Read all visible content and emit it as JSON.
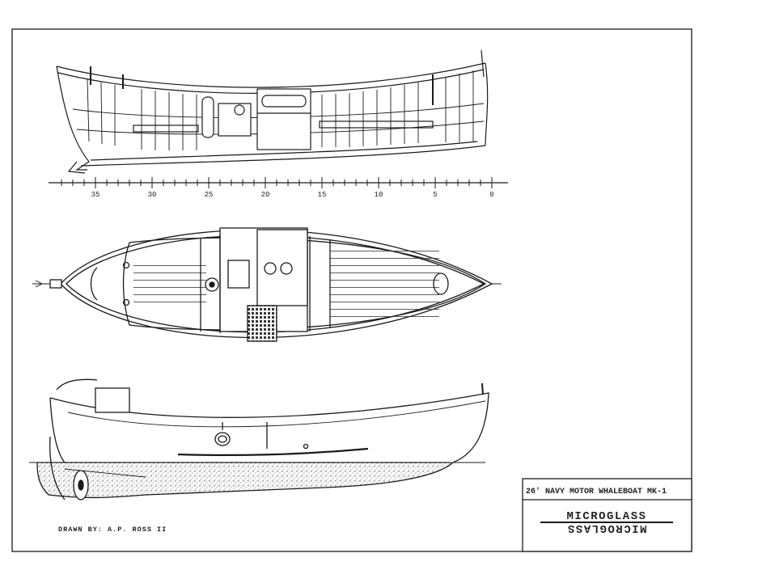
{
  "title_block": {
    "title": "26' NAVY MOTOR WHALEBOAT MK-1",
    "logo_text": "MICROGLASS"
  },
  "credit": "DRAWN BY: A.P. ROSS II",
  "scale": {
    "labels": [
      "35",
      "30",
      "25",
      "20",
      "15",
      "10",
      "5",
      "0"
    ],
    "max": 35,
    "minor_step": 1
  },
  "colors": {
    "ink": "#1a1a1a",
    "paper": "#ffffff",
    "stipple": "#555555"
  }
}
